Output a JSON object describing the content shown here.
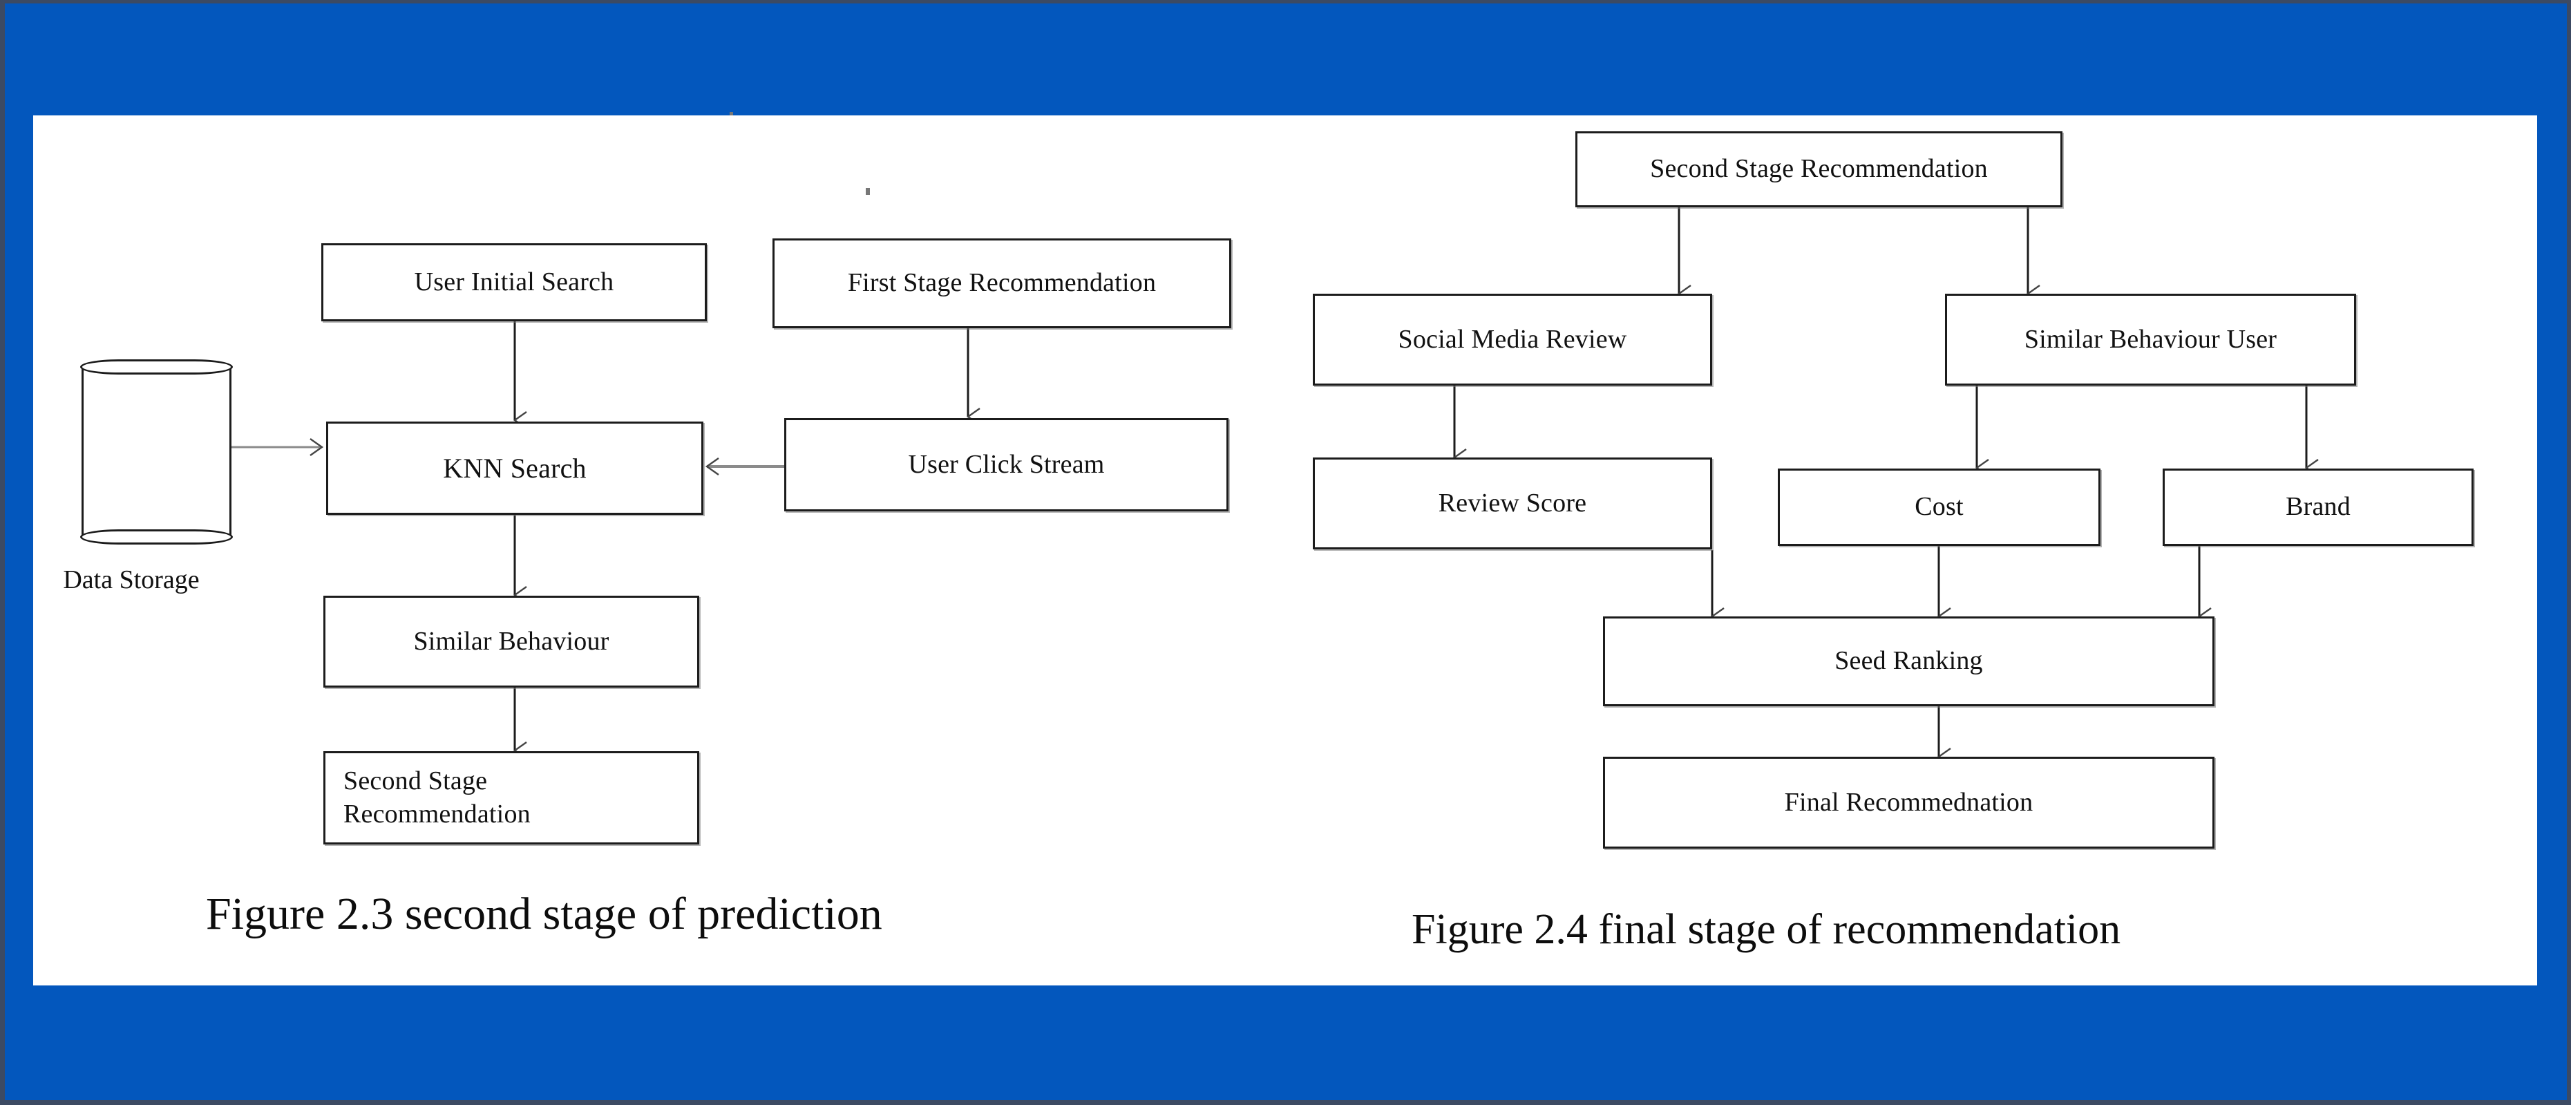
{
  "slide": {
    "background_color": "#0357bd",
    "panel_color": "#ffffff",
    "outer_color": "#3c4a63"
  },
  "figures": [
    {
      "id": "figure-2-3",
      "caption": "Figure 2.3 second stage of prediction",
      "nodes": [
        {
          "id": "data-storage",
          "label": "Data Storage",
          "shape": "cylinder"
        },
        {
          "id": "user-initial-search",
          "label": "User Initial Search",
          "shape": "rect"
        },
        {
          "id": "first-stage-recommendation",
          "label": "First Stage Recommendation",
          "shape": "rect"
        },
        {
          "id": "knn-search",
          "label": "KNN Search",
          "shape": "rect"
        },
        {
          "id": "user-click-stream",
          "label": "User Click Stream",
          "shape": "rect"
        },
        {
          "id": "similar-behaviour",
          "label": "Similar Behaviour",
          "shape": "rect"
        },
        {
          "id": "second-stage-recommendation",
          "label": "Second Stage\nRecommendation",
          "shape": "rect"
        }
      ],
      "edges": [
        {
          "from": "user-initial-search",
          "to": "knn-search"
        },
        {
          "from": "first-stage-recommendation",
          "to": "user-click-stream"
        },
        {
          "from": "user-click-stream",
          "to": "knn-search"
        },
        {
          "from": "data-storage",
          "to": "knn-search"
        },
        {
          "from": "knn-search",
          "to": "similar-behaviour"
        },
        {
          "from": "similar-behaviour",
          "to": "second-stage-recommendation"
        }
      ]
    },
    {
      "id": "figure-2-4",
      "caption": "Figure 2.4 final stage of recommendation",
      "nodes": [
        {
          "id": "second-stage-recommendation-r",
          "label": "Second Stage Recommendation",
          "shape": "rect"
        },
        {
          "id": "social-media-review",
          "label": "Social Media Review",
          "shape": "rect"
        },
        {
          "id": "similar-behaviour-user",
          "label": "Similar Behaviour User",
          "shape": "rect"
        },
        {
          "id": "review-score",
          "label": "Review Score",
          "shape": "rect"
        },
        {
          "id": "cost",
          "label": "Cost",
          "shape": "rect"
        },
        {
          "id": "brand",
          "label": "Brand",
          "shape": "rect"
        },
        {
          "id": "seed-ranking",
          "label": "Seed Ranking",
          "shape": "rect"
        },
        {
          "id": "final-recommendation",
          "label": "Final Recommednation",
          "shape": "rect"
        }
      ],
      "edges": [
        {
          "from": "second-stage-recommendation-r",
          "to": "social-media-review"
        },
        {
          "from": "second-stage-recommendation-r",
          "to": "similar-behaviour-user"
        },
        {
          "from": "social-media-review",
          "to": "review-score"
        },
        {
          "from": "similar-behaviour-user",
          "to": "cost"
        },
        {
          "from": "similar-behaviour-user",
          "to": "brand"
        },
        {
          "from": "review-score",
          "to": "seed-ranking"
        },
        {
          "from": "cost",
          "to": "seed-ranking"
        },
        {
          "from": "brand",
          "to": "seed-ranking"
        },
        {
          "from": "seed-ranking",
          "to": "final-recommendation"
        }
      ]
    }
  ],
  "labels": {
    "data_storage": "Data Storage",
    "user_initial_search": "User Initial Search",
    "first_stage_recommendation": "First Stage Recommendation",
    "knn_search": "KNN Search",
    "user_click_stream": "User Click Stream",
    "similar_behaviour": "Similar Behaviour",
    "second_stage_recommendation_line1": "Second Stage",
    "second_stage_recommendation_line2": "Recommendation",
    "second_stage_recommendation_right": "Second Stage Recommendation",
    "social_media_review": "Social Media Review",
    "similar_behaviour_user": "Similar Behaviour User",
    "review_score": "Review Score",
    "cost": "Cost",
    "brand": "Brand",
    "seed_ranking": "Seed Ranking",
    "final_recommendation": "Final Recommednation",
    "caption_left": "Figure 2.3 second stage of prediction",
    "caption_right": "Figure 2.4 final stage of recommendation"
  }
}
